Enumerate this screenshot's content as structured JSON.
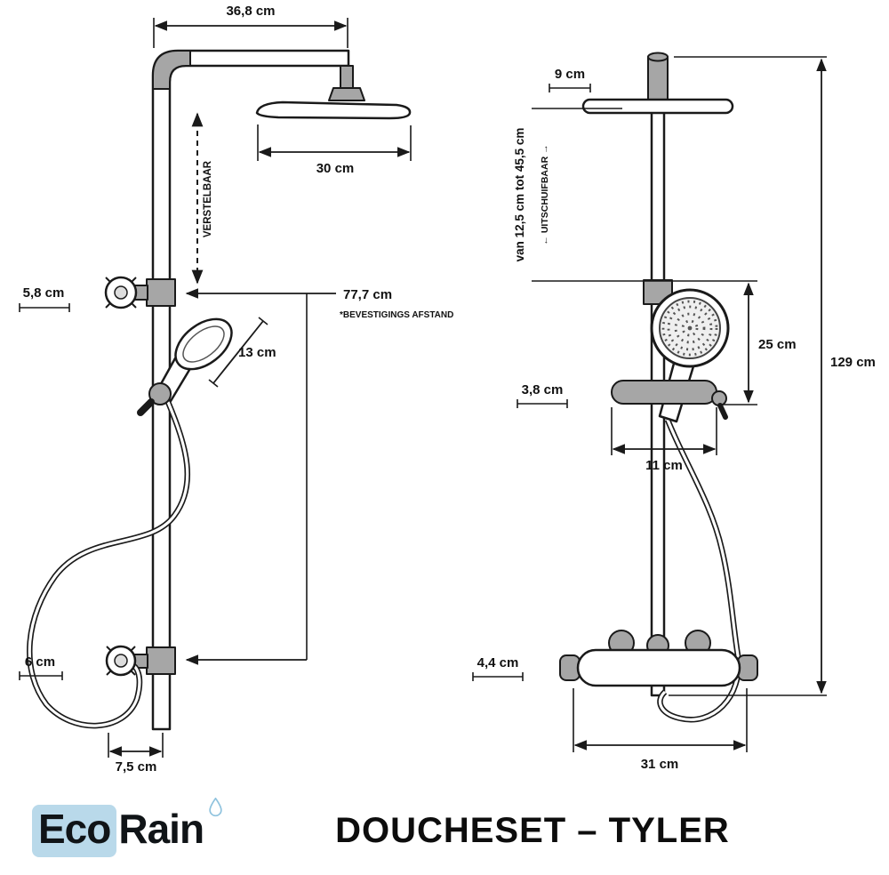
{
  "side_view": {
    "arm_width": "36,8 cm",
    "head_width": "30 cm",
    "adjustable_label": "VERSTELBAAR",
    "wall_bracket_size": "5,8 cm",
    "mounting_distance": "77,7 cm",
    "mounting_note": "*BEVESTIGINGS AFSTAND",
    "hand_shower_length": "13 cm",
    "outlet_size": "6 cm",
    "bottom_offset": "7,5 cm"
  },
  "front_view": {
    "top_offset": "9 cm",
    "telescopic_range": "van 12,5 cm tot 45,5 cm",
    "telescopic_label": "← UITSCHUIFBAAR →",
    "slider_to_holder": "25 cm",
    "total_height": "129 cm",
    "slider_size": "3,8 cm",
    "holder_width": "11 cm",
    "valve_size": "4,4 cm",
    "valve_width": "31 cm"
  },
  "footer": {
    "brand_eco": "Eco",
    "brand_rain": "Rain",
    "product_title": "DOUCHESET – TYLER"
  },
  "colors": {
    "line": "#1a1a1a",
    "metal_gray": "#a6a6a6",
    "brand_box": "#b9d9ea",
    "droplet": "#8fc3de"
  }
}
